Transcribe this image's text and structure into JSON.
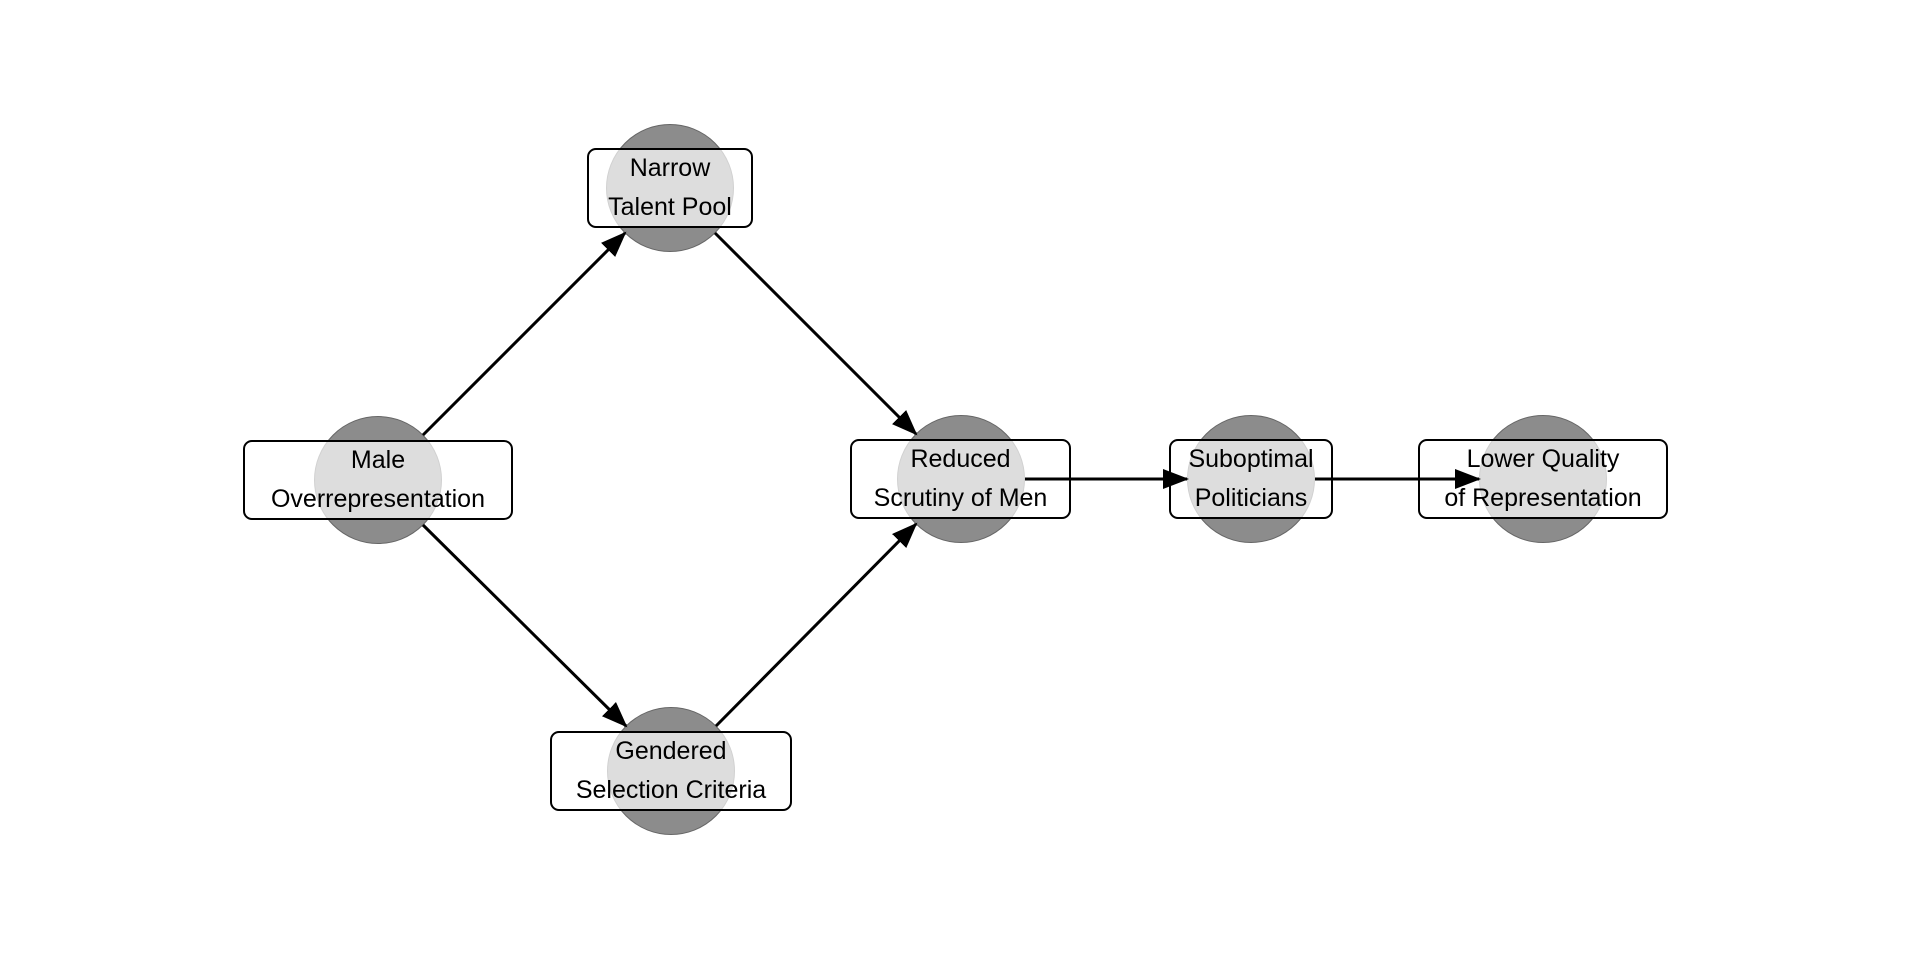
{
  "diagram": {
    "type": "causal-graph",
    "background_color": "#ffffff",
    "node_circle_color": "#8c8c8c",
    "node_circle_border_color": "#666666",
    "label_box_color": "#ffffff",
    "label_box_opacity": 0.7,
    "label_box_border_color": "#000000",
    "edge_color": "#000000",
    "text_color": "#000000",
    "nodes": [
      {
        "id": "male-overrepresentation",
        "lines": [
          "Male",
          "Overrepresentation"
        ]
      },
      {
        "id": "narrow-talent-pool",
        "lines": [
          "Narrow",
          "Talent Pool"
        ]
      },
      {
        "id": "gendered-selection-criteria",
        "lines": [
          "Gendered",
          "Selection Criteria"
        ]
      },
      {
        "id": "reduced-scrutiny-of-men",
        "lines": [
          "Reduced",
          "Scrutiny of Men"
        ]
      },
      {
        "id": "suboptimal-politicians",
        "lines": [
          "Suboptimal",
          "Politicians"
        ]
      },
      {
        "id": "lower-quality-of-representation",
        "lines": [
          "Lower Quality",
          "of Representation"
        ]
      }
    ],
    "edges": [
      {
        "from": "male-overrepresentation",
        "to": "narrow-talent-pool"
      },
      {
        "from": "male-overrepresentation",
        "to": "gendered-selection-criteria"
      },
      {
        "from": "narrow-talent-pool",
        "to": "reduced-scrutiny-of-men"
      },
      {
        "from": "gendered-selection-criteria",
        "to": "reduced-scrutiny-of-men"
      },
      {
        "from": "reduced-scrutiny-of-men",
        "to": "suboptimal-politicians"
      },
      {
        "from": "suboptimal-politicians",
        "to": "lower-quality-of-representation"
      }
    ]
  }
}
